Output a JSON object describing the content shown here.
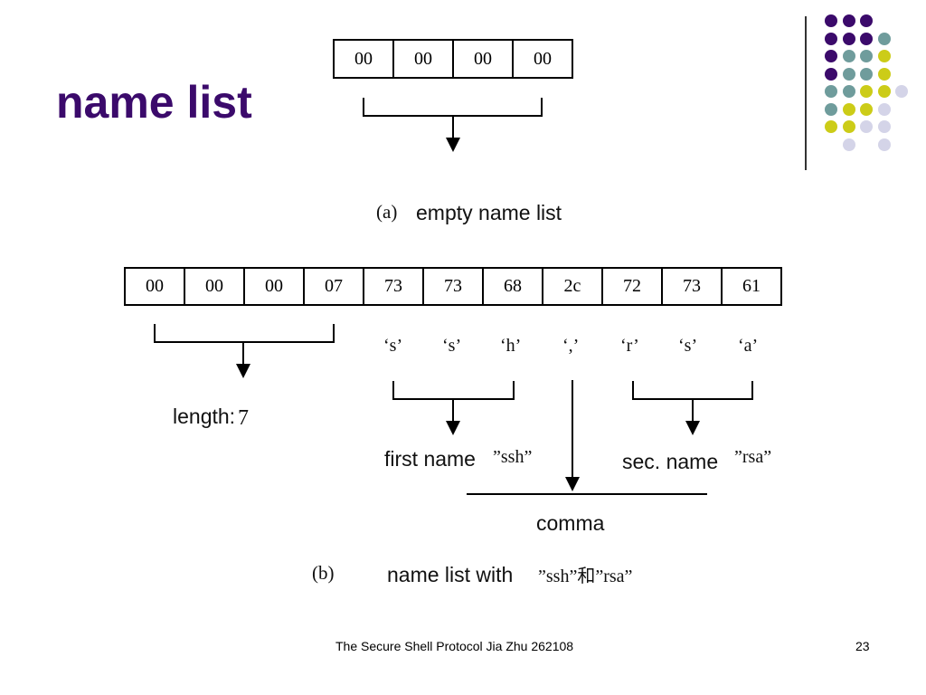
{
  "title": "name list",
  "diagram_a": {
    "cells": [
      "00",
      "00",
      "00",
      "00"
    ],
    "label_prefix": "(a)",
    "label": "empty name list"
  },
  "diagram_b": {
    "cells": [
      "00",
      "00",
      "00",
      "07",
      "73",
      "73",
      "68",
      "2c",
      "72",
      "73",
      "61"
    ],
    "chars": [
      "‘s’",
      "‘s’",
      "‘h’",
      "‘,’",
      "‘r’",
      "‘s’",
      "‘a’"
    ],
    "length_label": "length:",
    "length_value": "7",
    "first_name_label": "first name",
    "first_name_value": "”ssh”",
    "sec_name_label": "sec. name",
    "sec_name_value": "”rsa”",
    "comma_label": "comma",
    "label_prefix": "(b)",
    "label": "name list with",
    "label_value": "”ssh”和”rsa”"
  },
  "footer": {
    "center": "The Secure Shell Protocol     Jia Zhu 262108",
    "page_number": "23"
  },
  "colors": {
    "title": "#3b0a6b",
    "dot_purple": "#3b0a6b",
    "dot_teal": "#6f9c9c",
    "dot_yellow": "#cccc18",
    "dot_lavender": "#d4d4e8"
  },
  "decor_dot_colors": [
    [
      "purple",
      "purple",
      "purple",
      null
    ],
    [
      "purple",
      "purple",
      "purple",
      "teal"
    ],
    [
      "purple",
      "teal",
      "teal",
      "yellow"
    ],
    [
      "purple",
      "teal",
      "teal",
      "yellow"
    ],
    [
      "teal",
      "teal",
      "yellow",
      "yellow",
      "lavender"
    ],
    [
      "teal",
      "yellow",
      "yellow",
      "lavender"
    ],
    [
      "yellow",
      "yellow",
      "lavender",
      "lavender"
    ],
    [
      null,
      "lavender",
      null,
      "lavender"
    ]
  ]
}
